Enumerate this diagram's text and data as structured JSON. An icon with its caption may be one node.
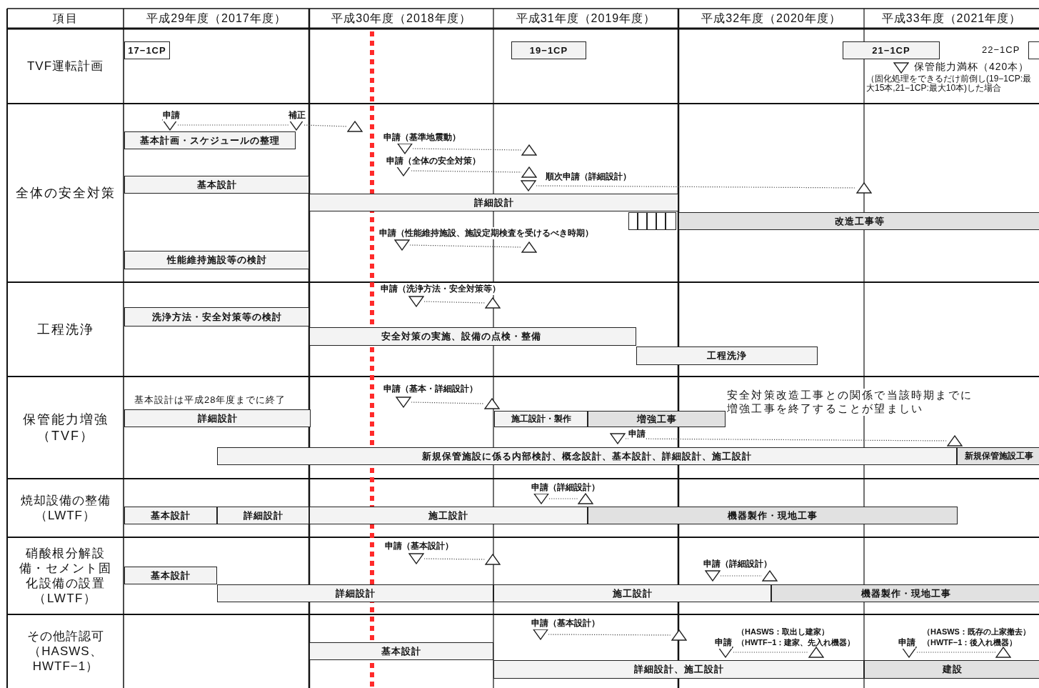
{
  "diagram": {
    "nodes": [
      {
        "text": [
          "17−1CP"
        ]
      },
      {
        "text": [
          "19−1CP"
        ]
      },
      {
        "text": [
          "21−1CP"
        ]
      },
      {
        "text": [],
        "shape": "box",
        "beside": [
          "22−1CP"
        ]
      },
      {
        "text": [],
        "shape": "triangle",
        "beside": [
          "保管能力満杯（420本）"
        ]
      },
      {
        "text": [],
        "shape": "triangle",
        "beside": [
          "申請"
        ]
      },
      {
        "text": [],
        "shape": "triangle",
        "beside": [
          "補正"
        ]
      },
      {
        "text": [],
        "shape": "triangle"
      },
      {
        "text": [
          "基本計画・スケジュールの整理"
        ]
      },
      {
        "text": [],
        "shape": "triangle",
        "beside": [
          "申請（基準地震動）"
        ]
      },
      {
        "text": [],
        "shape": "triangle"
      },
      {
        "text": [],
        "shape": "triangle",
        "beside": [
          "申請（全体の安全対策）"
        ]
      },
      {
        "text": [],
        "shape": "triangle"
      },
      {
        "text": [],
        "shape": "triangle",
        "beside": [
          "順次申請（詳細設計）"
        ]
      },
      {
        "text": [],
        "shape": "triangle"
      },
      {
        "text": [
          "基本設計"
        ]
      },
      {
        "text": [
          "詳細設計"
        ]
      },
      {
        "text": [],
        "shape": "box"
      },
      {
        "text": [],
        "shape": "box"
      },
      {
        "text": [],
        "shape": "box"
      },
      {
        "text": [],
        "shape": "box"
      },
      {
        "text": [],
        "shape": "box"
      },
      {
        "text": [
          "改造工事等"
        ]
      },
      {
        "text": [],
        "shape": "triangle",
        "beside": [
          "申請（性能維持施設、施設定期検査を受けるべき時期）"
        ]
      },
      {
        "text": [],
        "shape": "triangle"
      },
      {
        "text": [
          "性能維持施設等の検討"
        ]
      },
      {
        "text": [],
        "shape": "triangle",
        "beside": [
          "申請（洗浄方法・安全対策等）"
        ]
      },
      {
        "text": [],
        "shape": "triangle"
      },
      {
        "text": [
          "洗浄方法・安全対策等の検討"
        ]
      },
      {
        "text": [
          "安全対策の実施、設備の点検・整備"
        ]
      },
      {
        "text": [
          "工程洗浄"
        ]
      },
      {
        "text": [],
        "shape": "triangle",
        "beside": [
          "申請（基本・詳細設計）"
        ]
      },
      {
        "text": [],
        "shape": "triangle"
      },
      {
        "text": [
          "詳細設計"
        ],
        "beside": [
          "基本設計は平成28年度までに終了"
        ]
      },
      {
        "text": [
          "施工設計・製作"
        ]
      },
      {
        "text": [
          "増強工事"
        ]
      },
      {
        "text": [],
        "shape": "triangle",
        "beside": [
          "申請"
        ]
      },
      {
        "text": [],
        "shape": "triangle"
      },
      {
        "text": [
          "新規保管施設に係る内部検討、概念設計、基本設計、詳細設計、施工設計"
        ]
      },
      {
        "text": [
          "新規保管施設工事"
        ]
      },
      {
        "text": [],
        "shape": "triangle",
        "beside": [
          "申請（詳細設計）"
        ]
      },
      {
        "text": [],
        "shape": "triangle"
      },
      {
        "text": [
          "基本設計"
        ]
      },
      {
        "text": [
          "詳細設計"
        ]
      },
      {
        "text": [
          "施工設計"
        ]
      },
      {
        "text": [
          "機器製作・現地工事"
        ]
      },
      {
        "text": [],
        "shape": "triangle",
        "beside": [
          "申請（基本設計）"
        ]
      },
      {
        "text": [],
        "shape": "triangle"
      },
      {
        "text": [],
        "shape": "triangle",
        "beside": [
          "申請（詳細設計）"
        ]
      },
      {
        "text": [],
        "shape": "triangle"
      },
      {
        "text": [
          "基本設計"
        ]
      },
      {
        "text": [
          "詳細設計"
        ]
      },
      {
        "text": [
          "施工設計"
        ]
      },
      {
        "text": [
          "機器製作・現地工事"
        ]
      },
      {
        "text": [],
        "shape": "triangle",
        "beside": [
          "申請（基本設計）"
        ]
      },
      {
        "text": [],
        "shape": "triangle"
      },
      {
        "text": [],
        "shape": "triangle",
        "beside": [
          "申請"
        ]
      },
      {
        "text": [],
        "shape": "triangle"
      },
      {
        "text": [],
        "shape": "triangle",
        "beside": [
          "申請"
        ]
      },
      {
        "text": [],
        "shape": "triangle"
      },
      {
        "text": [
          "基本設計"
        ]
      },
      {
        "text": [
          "詳細設計、施工設計"
        ]
      },
      {
        "text": [
          "建設"
        ]
      }
    ],
    "edges": [
      {
        "from": 5,
        "to": 6,
        "arrow": "none"
      },
      {
        "from": 6,
        "to": 7,
        "arrow": "none"
      },
      {
        "from": 9,
        "to": 10,
        "arrow": "none"
      },
      {
        "from": 11,
        "to": 12,
        "arrow": "none"
      },
      {
        "from": 13,
        "to": 14,
        "arrow": "none"
      },
      {
        "from": 23,
        "to": 24,
        "arrow": "none"
      },
      {
        "from": 26,
        "to": 27,
        "arrow": "none"
      },
      {
        "from": 31,
        "to": 32,
        "arrow": "none"
      },
      {
        "from": 36,
        "to": 37,
        "arrow": "none"
      },
      {
        "from": 40,
        "to": 41,
        "arrow": "none"
      },
      {
        "from": 46,
        "to": 47,
        "arrow": "none"
      },
      {
        "from": 48,
        "to": 49,
        "arrow": "none"
      },
      {
        "from": 54,
        "to": 55,
        "arrow": "none"
      },
      {
        "from": 56,
        "to": 57,
        "arrow": "none"
      },
      {
        "from": 58,
        "to": 59,
        "arrow": "none"
      }
    ],
    "labels": [
      "項目",
      "平成29年度（2017年度）",
      "平成30年度（2018年度）",
      "平成31年度（2019年度）",
      "平成32年度（2020年度）",
      "平成33年度（2021年度）",
      "TVF運転計画",
      "（固化処理をできるだけ前倒し(19−1CP:最大15本,21−1CP:最大10本)した場合",
      "全体の安全対策",
      "工程洗浄",
      "安全対策改造工事との関係で当該時期までに増強工事を終了することが望ましい",
      "保管能力増強（TVF）",
      "焼却設備の整備（LWTF）",
      "硝酸根分解設備・セメント固化設備の設置（LWTF）",
      "その他許認可（HASWS、HWTF−1）",
      "（HASWS：取出し建家）",
      "（HWTF−1：建家、先入れ機器）",
      "（HASWS：既存の上家撤去）",
      "（HWTF−1：後入れ機器）"
    ]
  }
}
